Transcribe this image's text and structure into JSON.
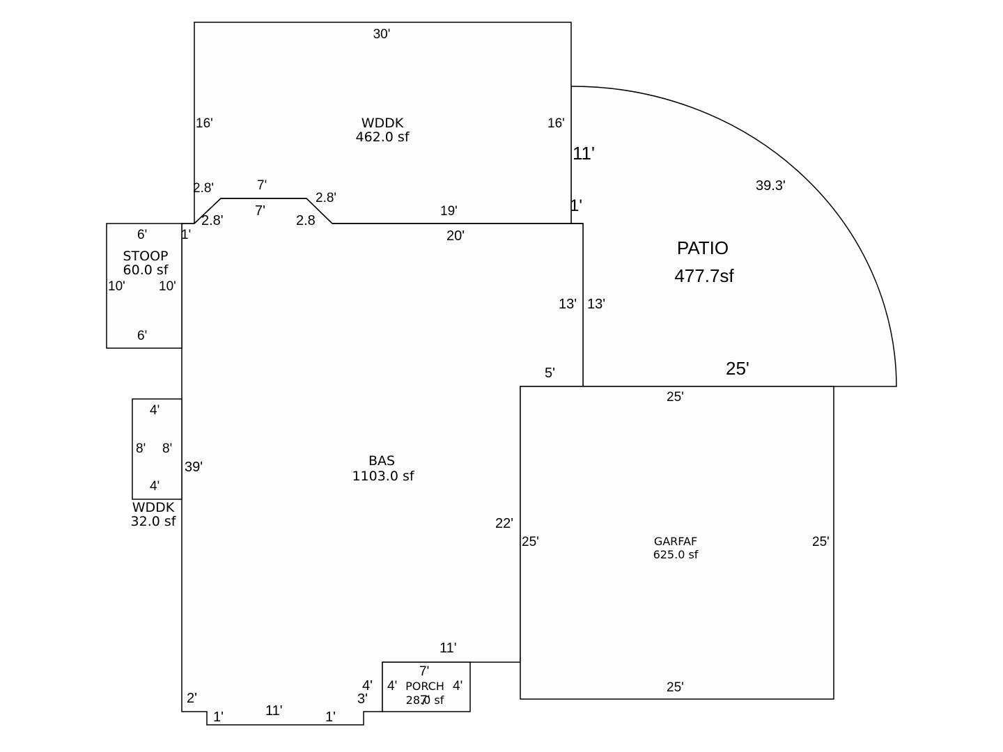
{
  "areas": {
    "wddk_top": {
      "name": "WDDK",
      "area": "462.0 sf"
    },
    "bas": {
      "name": "BAS",
      "area": "1103.0 sf"
    },
    "patio": {
      "name": "PATIO",
      "area": "477.7sf"
    },
    "stoop": {
      "name": "STOOP",
      "area": "60.0 sf"
    },
    "wddk_small": {
      "name": "WDDK",
      "area": "32.0 sf"
    },
    "garage": {
      "name": "GARFAF",
      "area": "625.0 sf"
    },
    "porch": {
      "name": "PORCH",
      "area": "28.0 sf"
    }
  },
  "dimensions": {
    "wddk_top": {
      "top": "30'",
      "left": "16'",
      "right": "16'",
      "bottom": "19'"
    },
    "bay": {
      "left_upper": "2.8'",
      "left_lower": "2.8'",
      "top_upper": "7'",
      "top_lower": "7'",
      "right_upper": "2.8'",
      "right_lower": "2.8"
    },
    "bas": {
      "top": "20'",
      "left_top": "1'",
      "left": "39'",
      "right_upper_inner": "13'",
      "step": "5'",
      "right_lower": "22'",
      "bottom_right": "11'",
      "bottom_left_step": "2'",
      "bottom_jog_left": "1'",
      "bottom_middle": "11'",
      "bottom_jog_right": "1'",
      "porch_side": "3'",
      "porch_top_outer": "4'"
    },
    "patio": {
      "left_upper": "11'",
      "left_small": "1'",
      "left_lower": "13'",
      "arc": "39.3'",
      "bottom": "25'"
    },
    "stoop": {
      "top": "6'",
      "bottom": "6'",
      "left": "10'",
      "right": "10'"
    },
    "wddk_small": {
      "top": "4'",
      "bottom": "4'",
      "left": "8'",
      "right": "8'"
    },
    "garage": {
      "top": "25'",
      "bottom": "25'",
      "left": "25'",
      "right": "25'"
    },
    "porch": {
      "top": "7'",
      "left": "4'",
      "right": "4'",
      "bottom": "7'"
    }
  }
}
